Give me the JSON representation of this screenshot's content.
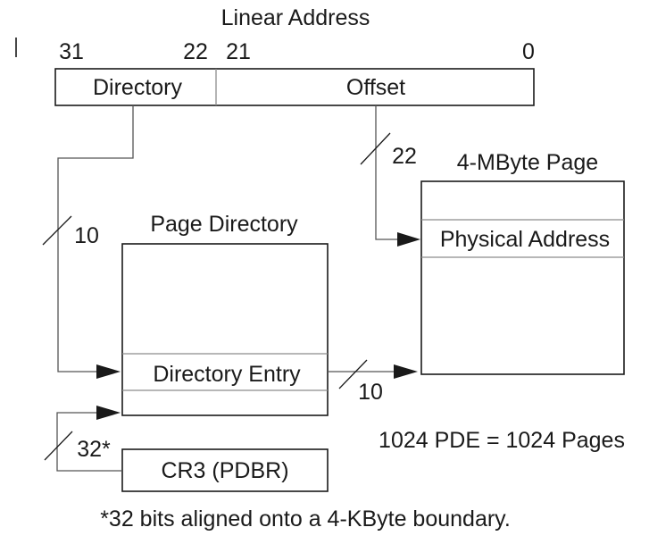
{
  "title": "Linear Address",
  "bit_labels": {
    "b31": "31",
    "b22": "22",
    "b21": "21",
    "b0": "0"
  },
  "linear_fields": {
    "directory": "Directory",
    "offset": "Offset"
  },
  "page_directory": {
    "title": "Page Directory",
    "entry": "Directory Entry"
  },
  "page": {
    "title": "4-MByte Page",
    "entry": "Physical Address"
  },
  "cr3": "CR3 (PDBR)",
  "widths": {
    "directory_bits": "10",
    "offset_bits": "22",
    "entry_bits": "10",
    "cr3_bits": "32*"
  },
  "pde_note": "1024 PDE = 1024 Pages",
  "footnote": "*32 bits aligned onto a 4-KByte boundary.",
  "colors": {
    "ink": "#1a1a1a",
    "wire": "#555555",
    "rule": "#8c8c8c"
  }
}
